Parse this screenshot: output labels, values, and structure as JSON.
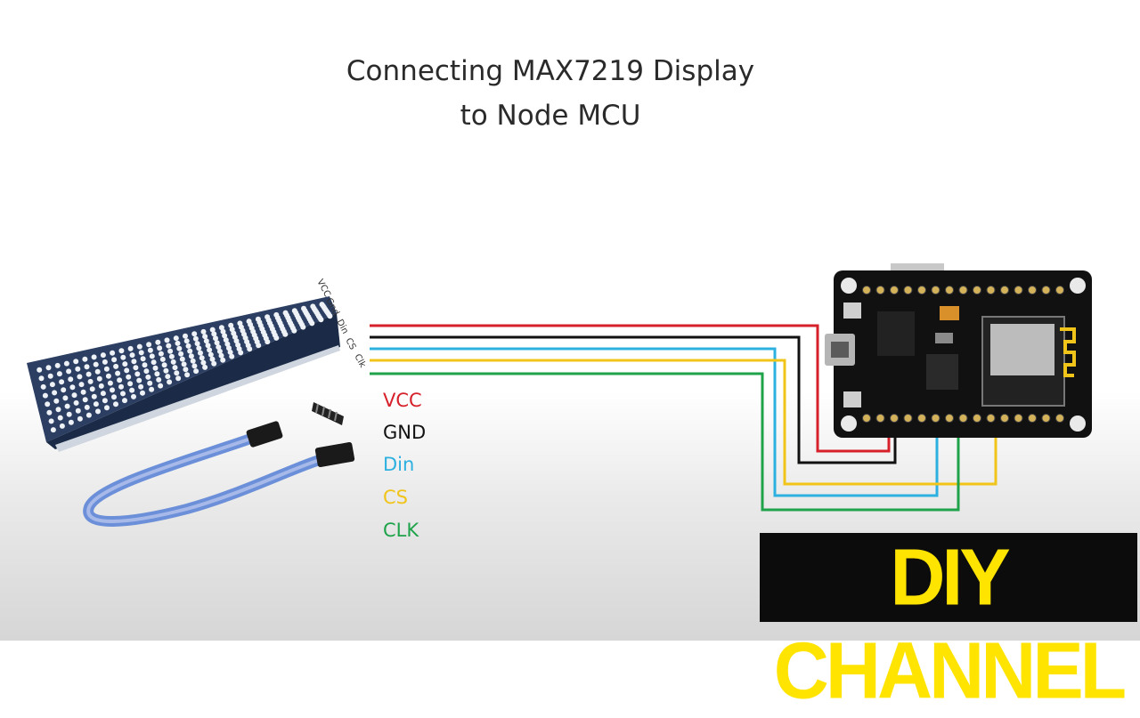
{
  "title": {
    "line1": "Connecting MAX7219 Display",
    "line2": "to Node MCU"
  },
  "module_pins": [
    "VCC",
    "Gnd",
    "Din",
    "CS",
    "Clk"
  ],
  "wires": [
    {
      "label": "VCC",
      "color": "#d6202a"
    },
    {
      "label": "GND",
      "color": "#111111"
    },
    {
      "label": "Din",
      "color": "#2cb0e0"
    },
    {
      "label": "CS",
      "color": "#f0c419"
    },
    {
      "label": "CLK",
      "color": "#1fa34a"
    }
  ],
  "banner": {
    "text": "DIY CHANNEL",
    "text_color": "#ffe400",
    "background": "#0c0c0c"
  },
  "components": [
    "MAX7219 4-in-1 dot matrix module",
    "jumper cable",
    "NodeMCU ESP8266 board"
  ]
}
